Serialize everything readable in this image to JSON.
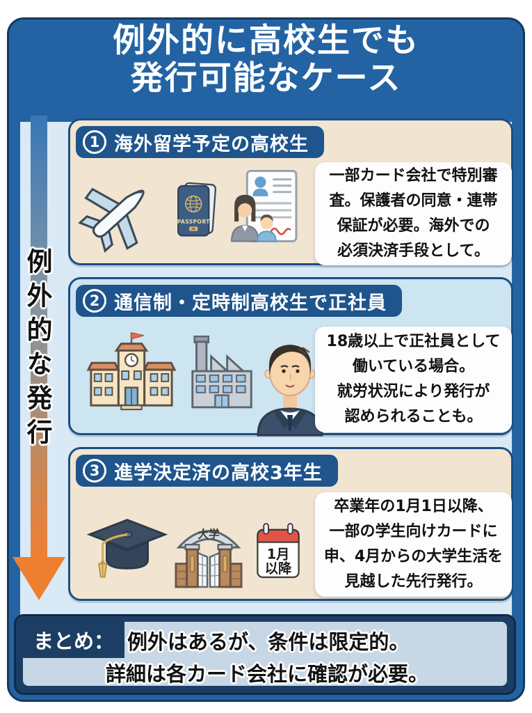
{
  "title": {
    "line1": "例外的に高校生でも",
    "line2": "発行可能なケース"
  },
  "side_arrow": {
    "label": "例外的な発行",
    "direction": "down",
    "gradient_top": "#3a77b6",
    "gradient_bottom": "#ee7e30"
  },
  "cards": [
    {
      "number": "1",
      "heading": "海外留学予定の高校生",
      "icons": [
        "airplane",
        "passport",
        "parental-consent-document"
      ],
      "passport_label": "PASSPORT",
      "body_lines": [
        "一部カード会社で特別審",
        "査。保護者の同意・連帯",
        "保証が必要。海外での",
        "必須決済手段として。"
      ],
      "body_text": "一部カード会社で特別審査。保護者の同意・連帯保証が必要。海外での必須決済手段として。"
    },
    {
      "number": "2",
      "heading": "通信制・定時制高校生で正社員",
      "icons": [
        "school-building",
        "factory",
        "office-worker"
      ],
      "body_lines": [
        "18歳以上で正社員として",
        "働いている場合。",
        "就労状況により発行が",
        "認められることも。"
      ],
      "body_text": "18歳以上で正社員として働いている場合。就労状況により発行が認められることも。"
    },
    {
      "number": "3",
      "heading": "進学決定済の高校3年生",
      "icons": [
        "graduation-cap",
        "university-gate",
        "calendar"
      ],
      "gate_sign": "大学",
      "calendar_line1": "1月",
      "calendar_line2": "以降",
      "body_lines": [
        "卒業年の1月1日以降、",
        "一部の学生向けカードに",
        "申、4月からの大学生活を",
        "見越した先行発行。"
      ],
      "body_text": "卒業年の1月1日以降、一部の学生向けカードに申、4月からの大学生活を見越した先行発行。"
    }
  ],
  "summary": {
    "label": "まとめ：",
    "line1": "例外はあるが、条件は限定的。",
    "line2": "詳細は各カード会社に確認が必要。"
  },
  "colors": {
    "frame_blue": "#2363a3",
    "header_pill_navy": "#1f548c",
    "content_bg": "#d9e9f5",
    "card_cream": "#f1e5d1",
    "card_light_blue": "#cde4f1",
    "summary_navy": "#1c3e64",
    "summary_panel": "#c7d7e6",
    "arrow_orange": "#ee7e30",
    "arrow_blue": "#3a77b6"
  }
}
